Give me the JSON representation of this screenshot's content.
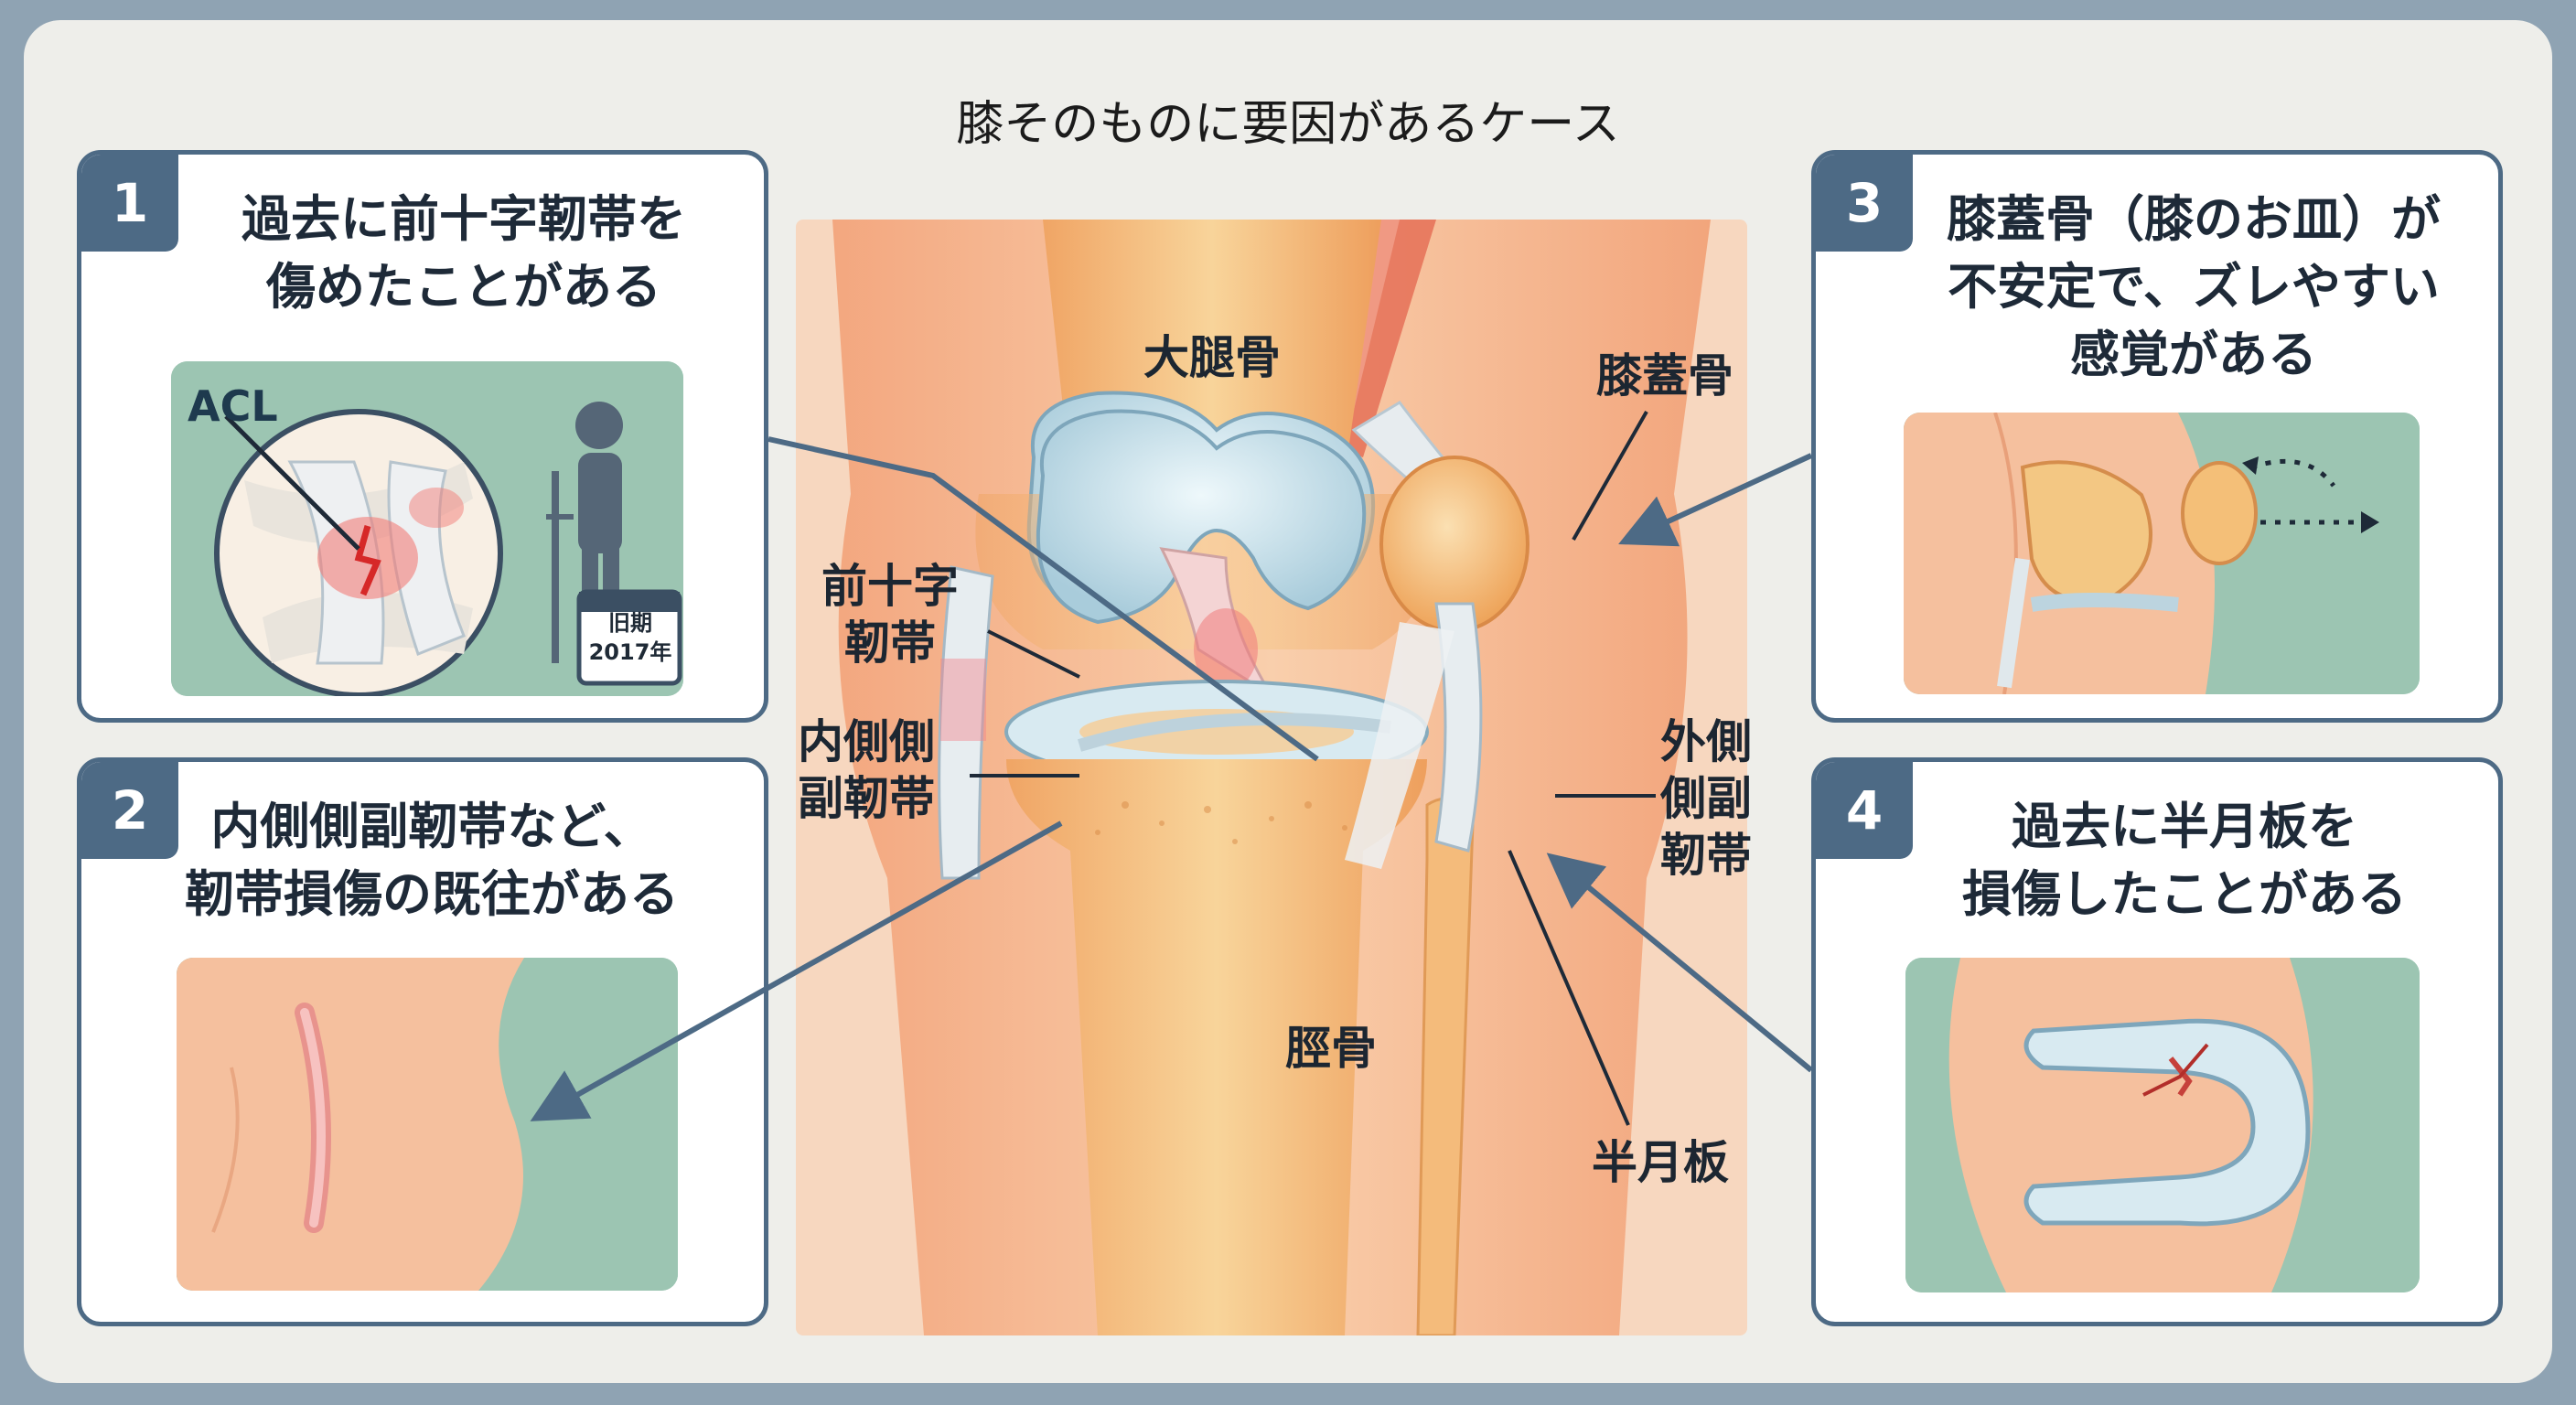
{
  "title": "膝そのものに要因があるケース",
  "panels": [
    {
      "number": "1",
      "lines": [
        "過去に前十字靭帯を",
        "傷めたことがある"
      ],
      "inset_label": "ACL",
      "calendar": [
        "旧期",
        "2017年"
      ]
    },
    {
      "number": "2",
      "lines": [
        "内側側副靭帯など、",
        "靭帯損傷の既往がある"
      ]
    },
    {
      "number": "3",
      "lines": [
        "膝蓋骨（膝のお皿）が",
        "不安定で、ズレやすい",
        "感覚がある"
      ]
    },
    {
      "number": "4",
      "lines": [
        "過去に半月板を",
        "損傷したことがある"
      ]
    }
  ],
  "anatomy_labels": {
    "femur": "大腿骨",
    "patella": "膝蓋骨",
    "acl": [
      "前十字",
      "靭帯"
    ],
    "mcl": [
      "内側側",
      "副靭帯"
    ],
    "lcl": [
      "外側",
      "側副",
      "靭帯"
    ],
    "tibia": "脛骨",
    "meniscus": "半月板"
  },
  "colors": {
    "frame": "#8fa3b3",
    "panel_border": "#4d6a85",
    "inset_background": "#9cc5b2",
    "skin": "#f6c49c",
    "bone": "#f3c783",
    "cartilage": "#c9e0ea",
    "injury": "#e0403a"
  },
  "icons": [
    "person-with-crutch-icon",
    "calendar-icon",
    "arrow-icon"
  ]
}
